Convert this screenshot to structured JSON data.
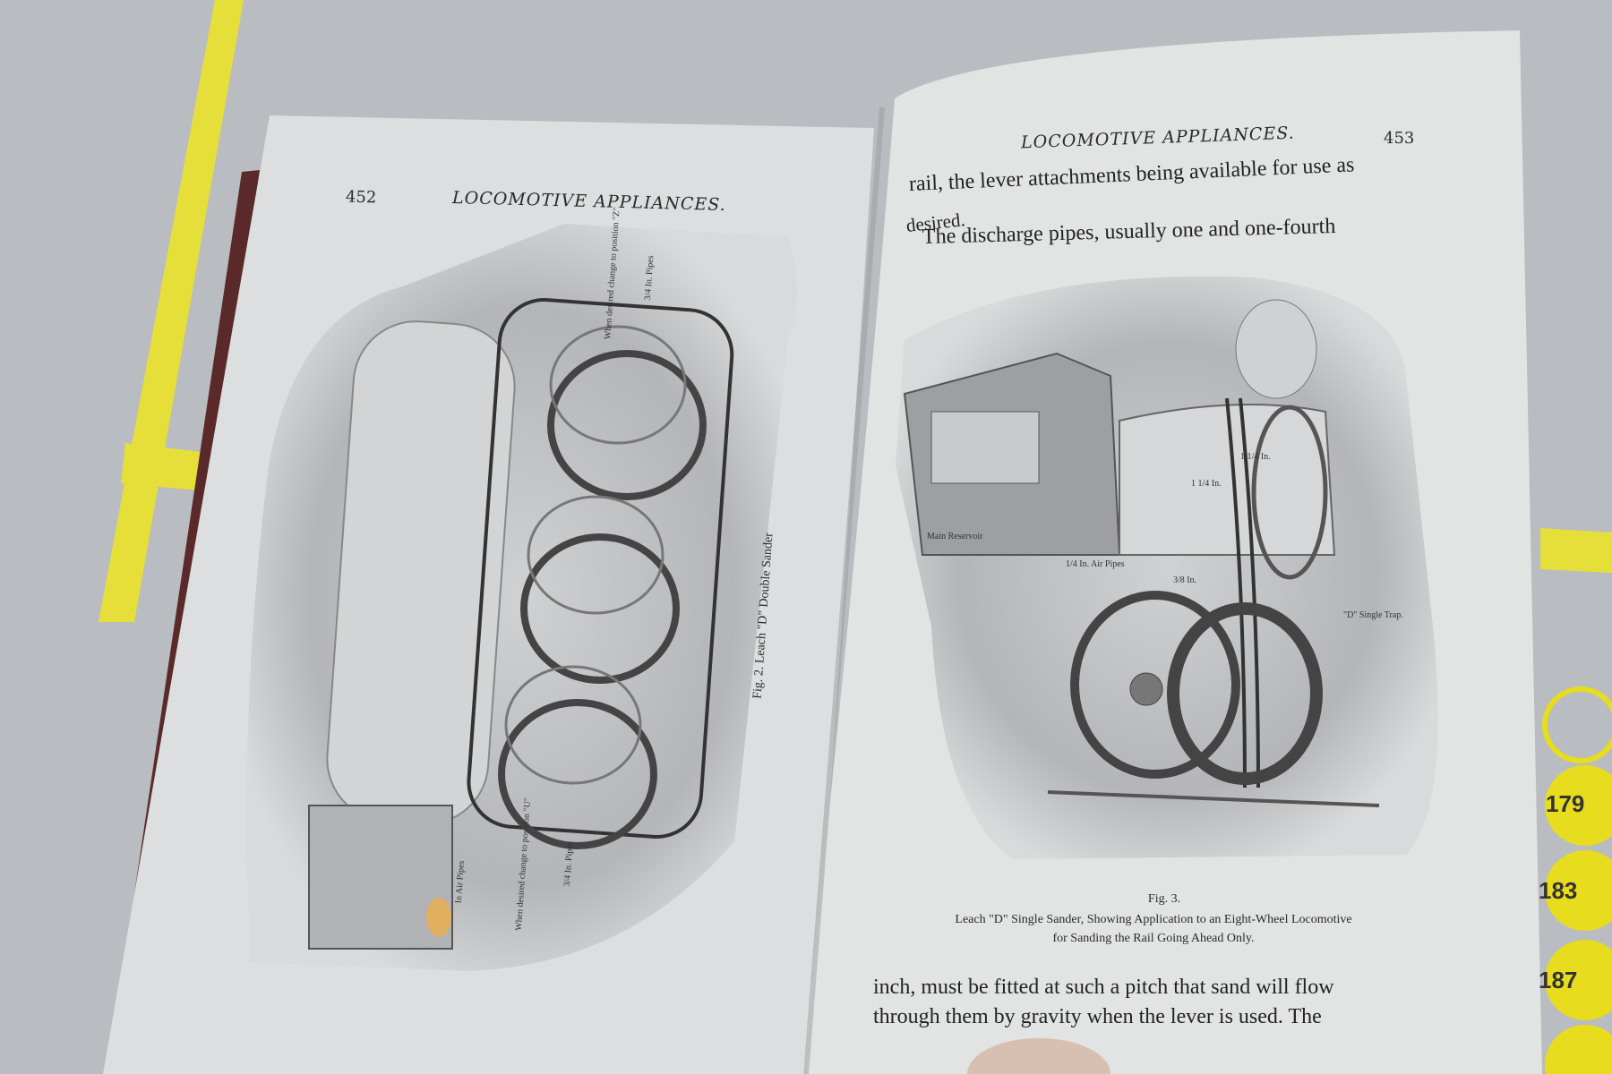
{
  "left_page": {
    "page_number": "452",
    "running_head": "LOCOMOTIVE APPLIANCES.",
    "figure_caption": "Fig. 2.  Leach \"D\" Double Sander",
    "labels": {
      "top_change": "When desired change to position \"Z\"",
      "top_pipes": "3/4 In. Pipes",
      "bottom_change": "When desired change to position \"U\"",
      "bottom_pipes": "3/4 In. Pipes",
      "air_pipes": "In Air Pipes"
    }
  },
  "right_page": {
    "page_number": "453",
    "running_head": "LOCOMOTIVE APPLIANCES.",
    "lines_top": [
      "rail, the lever attachments being available for use as",
      "desired.",
      "The discharge pipes, usually one and one-fourth"
    ],
    "figure_label": "Fig. 3.",
    "figure_caption_1": "Leach \"D\" Single Sander, Showing Application to an Eight-Wheel Locomotive",
    "figure_caption_2": "for Sanding the Rail Going Ahead Only.",
    "labels": {
      "main_reservoir": "Main Reservoir",
      "air_pipes": "1/4 In. Air Pipes",
      "pipe_a": "1 1/4 In.",
      "pipe_b": "1 1/4 In.",
      "pipe_c": "3/8 In.",
      "trap": "\"D\" Single Trap."
    },
    "lines_bottom": [
      "inch, must be fitted at such a pitch that sand will flow",
      "through them by gravity when the lever is used.   The"
    ]
  },
  "tags": [
    "179",
    "183",
    "187"
  ],
  "colors": {
    "ruler": "#e6df3a",
    "tag": "#e8dc1e",
    "page": "#dfe1e2"
  }
}
